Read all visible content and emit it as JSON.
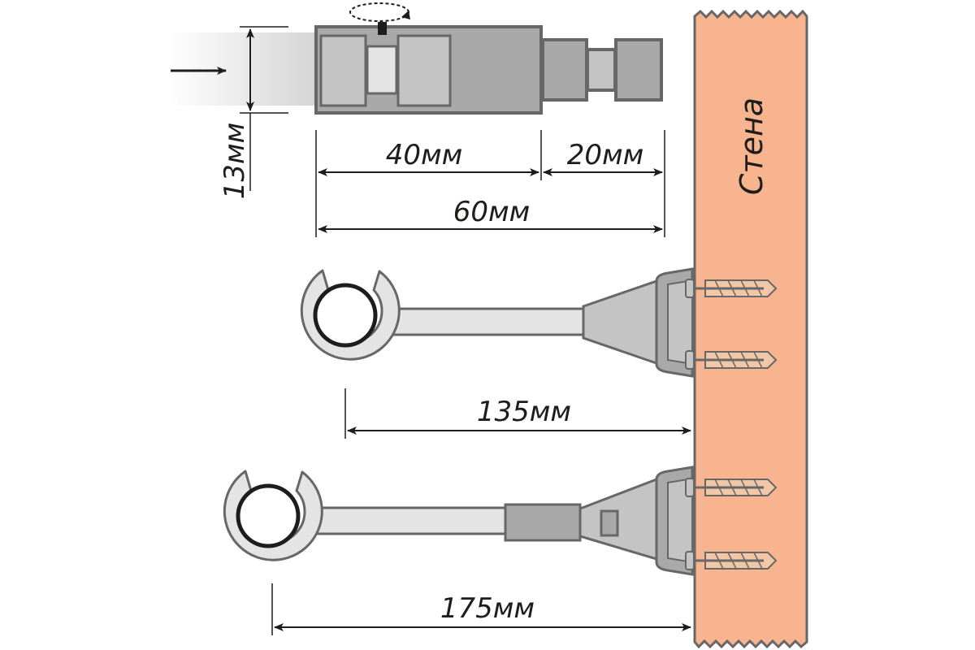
{
  "dimensions": {
    "diameter": "13мм",
    "sleeve": "40мм",
    "tip": "20мм",
    "total": "60мм",
    "short_bracket": "135мм",
    "long_bracket": "175мм"
  },
  "wall_label": "Стена",
  "colors": {
    "wall": "#f7b48f",
    "outline": "#676767",
    "metal_light": "#e4e4e4",
    "metal_mid": "#c4c4c4",
    "metal_dark": "#a9a9a9",
    "ring": "#1d1d1b",
    "dowel": "#f2c7a8"
  }
}
